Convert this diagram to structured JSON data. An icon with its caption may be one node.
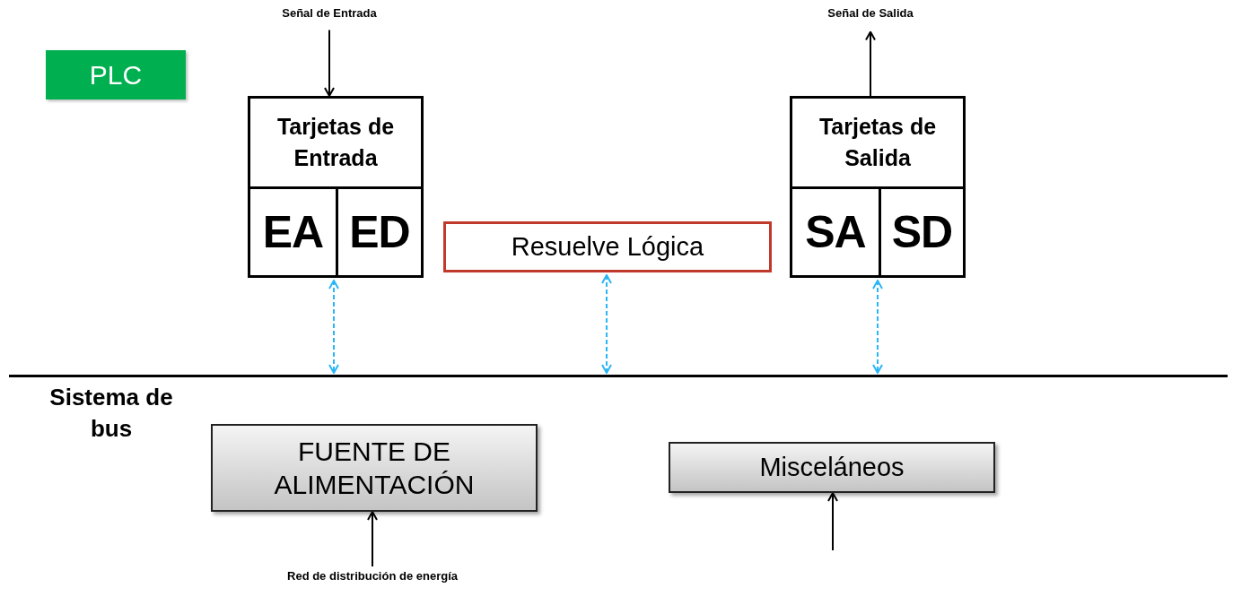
{
  "diagram": {
    "nodes": [
      {
        "text": [
          "PLC"
        ]
      },
      {
        "text": [
          "Señal de Entrada"
        ]
      },
      {
        "text": [
          "Tarjetas de Entrada"
        ]
      },
      {
        "text": [
          "EA"
        ],
        "in": 2
      },
      {
        "text": [
          "ED"
        ],
        "in": 2
      },
      {
        "text": [
          "Resuelve Lógica"
        ]
      },
      {
        "text": [
          "Señal de Salida"
        ]
      },
      {
        "text": [
          "Tarjetas de Salida"
        ]
      },
      {
        "text": [
          "SA"
        ],
        "in": 7
      },
      {
        "text": [
          "SD"
        ],
        "in": 7
      },
      {
        "text": [
          "Sistema de bus"
        ]
      },
      {
        "text": [
          "FUENTE DE ALIMENTACIÓN"
        ]
      },
      {
        "text": [
          "Red de distribución de energía"
        ]
      },
      {
        "text": [
          "Misceláneos"
        ]
      }
    ],
    "edges": [
      {
        "from": 1,
        "to": 2,
        "arrow": "to"
      },
      {
        "from": 7,
        "to": 6,
        "arrow": "to"
      },
      {
        "from": 2,
        "to": 10,
        "arrow": "both",
        "style": "dashed",
        "color": "#29b6f6"
      },
      {
        "from": 5,
        "to": 10,
        "arrow": "both",
        "style": "dashed",
        "color": "#29b6f6"
      },
      {
        "from": 7,
        "to": 10,
        "arrow": "both",
        "style": "dashed",
        "color": "#29b6f6"
      },
      {
        "from": 12,
        "to": 11,
        "arrow": "to"
      },
      {
        "from": null,
        "to": 13,
        "arrow": "to"
      }
    ]
  }
}
